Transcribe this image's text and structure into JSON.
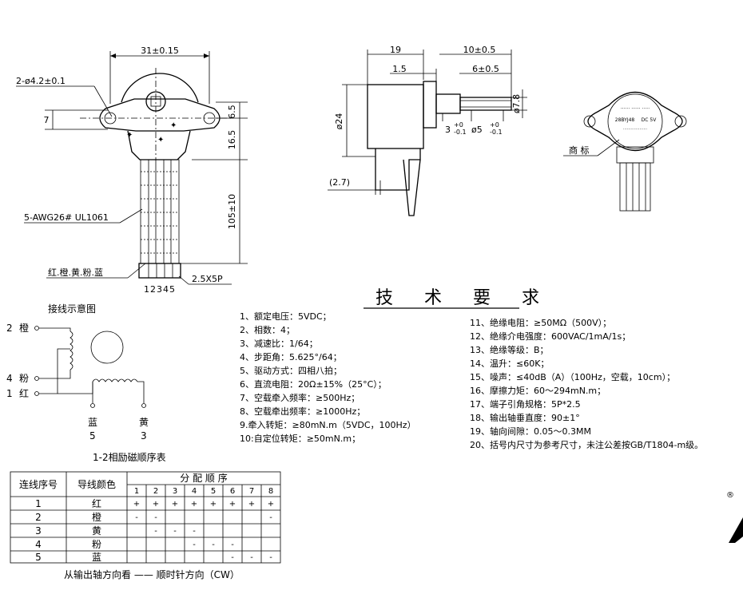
{
  "front_view": {
    "width_dim": "31±0.15",
    "hole_dim": "2-ø4.2±0.1",
    "h7": "7",
    "h65": "6.5",
    "h165": "16.5",
    "lead_len": "105±10",
    "wire_spec": "5-AWG26# UL1061",
    "colors": "红.橙.黄.粉.蓝",
    "connector": "2.5X5P",
    "pins": "12345"
  },
  "side_view": {
    "d19": "19",
    "d10": "10±0.5",
    "d15": "1.5",
    "d6": "6±0.5",
    "dia24": "ø24",
    "dia78": "ø7.8",
    "d3": "3",
    "d3_tol": "+0\n-0.1",
    "dia5": "ø5",
    "d27": "(2.7)"
  },
  "label_view": {
    "trademark": "商 标",
    "label_lines": [
      "28BYJ48",
      "DC 5V"
    ]
  },
  "wiring": {
    "title": "接线示意图",
    "leads": [
      {
        "num": "2",
        "color": "橙"
      },
      {
        "num": "4",
        "color": "粉"
      },
      {
        "num": "1",
        "color": "红"
      }
    ],
    "bottom_left": {
      "color": "蓝",
      "num": "5"
    },
    "bottom_right": {
      "color": "黄",
      "num": "3"
    },
    "seq_title": "1-2相励磁顺序表"
  },
  "tech": {
    "title": "技 术 要 求",
    "left": [
      "1、额定电压：5VDC；",
      "2、相数：4；",
      "3、减速比：1/64；",
      "4、步距角：5.625°/64；",
      "5、驱动方式：四相八拍；",
      "6、直流电阻：20Ω±15%（25°C）；",
      "7、空载牵入频率：≥500Hz；",
      "8、空载牵出频率：≥1000Hz；",
      "9.牵入转矩：≥80mN.m（5VDC，100Hz）",
      "10:自定位转矩：≥50mN.m；"
    ],
    "right": [
      "11、绝缘电阻：≥50MΩ（500V）；",
      "12、绝缘介电强度：600VAC/1mA/1s；",
      "13、绝缘等级：B；",
      "14、温升：≤60K；",
      "15、噪声：≤40dB（A）（100Hz，空载，10cm）；",
      "16、摩擦力矩：60～294mN.m；",
      "17、端子引角规格：5P*2.5",
      "18、输出轴垂直度：90±1°",
      "19、轴向间隙：0.05～0.3MM",
      "20、括号内尺寸为参考尺寸，未注公差按GB/T1804-m级。"
    ]
  },
  "table": {
    "h_num": "连线序号",
    "h_color": "导线颜色",
    "h_seq": "分 配 顺 序",
    "steps": [
      "1",
      "2",
      "3",
      "4",
      "5",
      "6",
      "7",
      "8"
    ],
    "rows": [
      {
        "num": "1",
        "color": "红",
        "cells": [
          "+",
          "+",
          "+",
          "+",
          "+",
          "+",
          "+",
          "+"
        ]
      },
      {
        "num": "2",
        "color": "橙",
        "cells": [
          "-",
          "-",
          "",
          "",
          "",
          "",
          "",
          "-"
        ]
      },
      {
        "num": "3",
        "color": "黄",
        "cells": [
          "",
          "-",
          "-",
          "-",
          "",
          "",
          "",
          ""
        ]
      },
      {
        "num": "4",
        "color": "粉",
        "cells": [
          "",
          "",
          "",
          "-",
          "-",
          "-",
          "",
          ""
        ]
      },
      {
        "num": "5",
        "color": "蓝",
        "cells": [
          "",
          "",
          "",
          "",
          "",
          "-",
          "-",
          "-"
        ]
      }
    ],
    "footer": "从输出轴方向看 —— 顺时针方向（CW）"
  },
  "misc": {
    "reg_mark": "®"
  }
}
